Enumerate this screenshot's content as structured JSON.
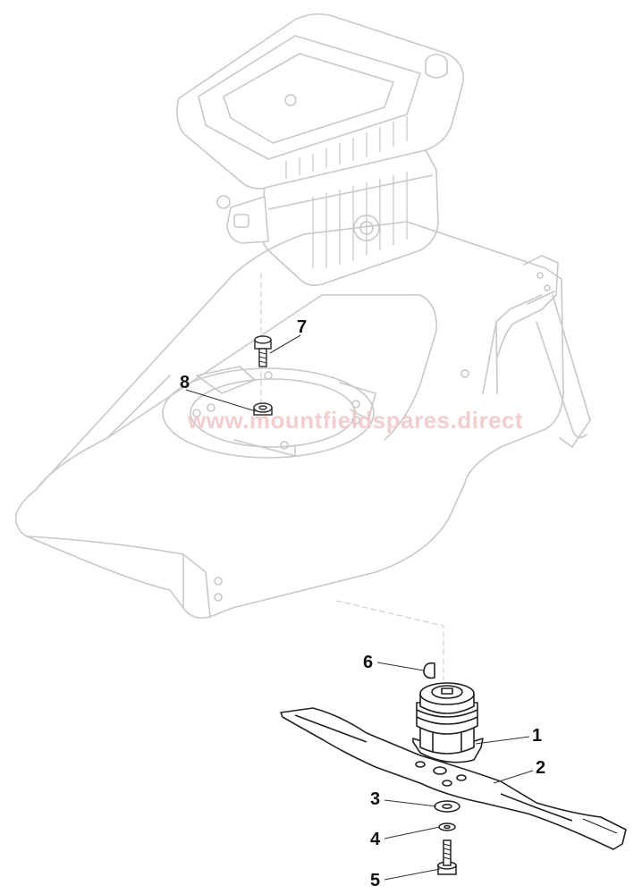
{
  "watermark": "www.mountfieldspares.direct",
  "callouts": [
    {
      "number": "1",
      "part": "blade-boss"
    },
    {
      "number": "2",
      "part": "blade"
    },
    {
      "number": "3",
      "part": "spring-washer"
    },
    {
      "number": "4",
      "part": "washer"
    },
    {
      "number": "5",
      "part": "blade-bolt"
    },
    {
      "number": "6",
      "part": "woodruff-key"
    },
    {
      "number": "7",
      "part": "engine-mounting-bolt"
    },
    {
      "number": "8",
      "part": "nut"
    }
  ],
  "colors": {
    "ghost_line": "#c8c8c8",
    "main_line": "#222222",
    "watermark": "#f2c6c6"
  }
}
